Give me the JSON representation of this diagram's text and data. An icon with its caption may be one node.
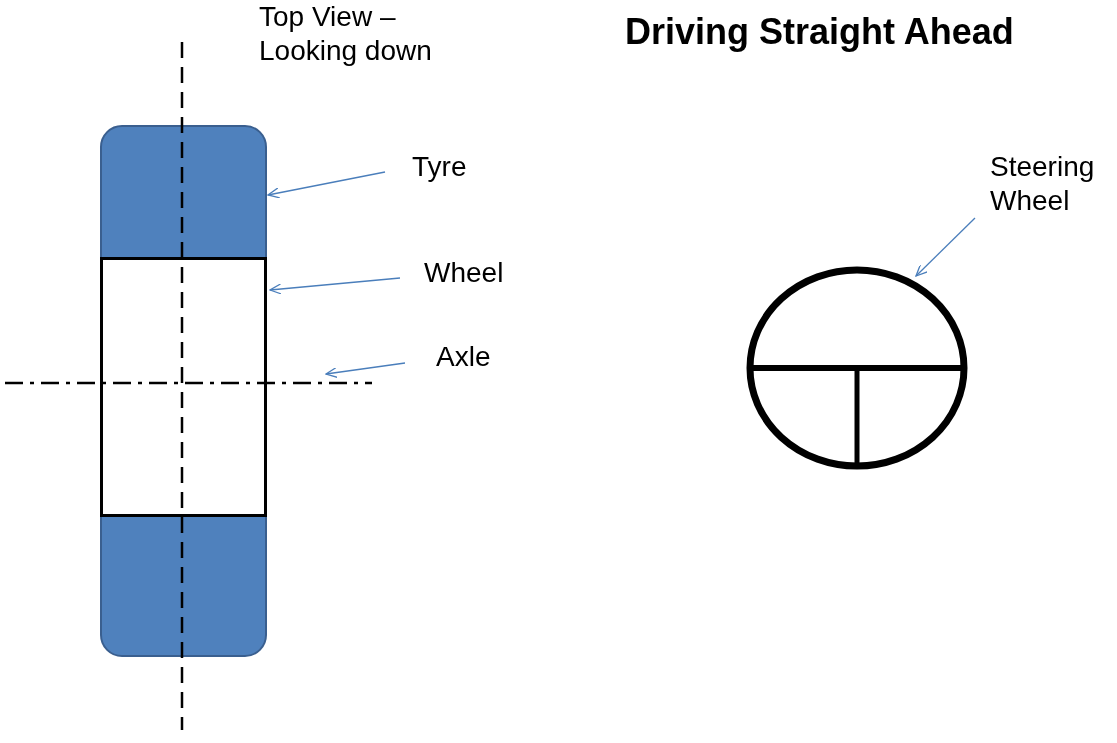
{
  "diagram": {
    "title": "Driving Straight Ahead",
    "nodes": [
      {
        "text": [
          "Tyre"
        ]
      },
      {
        "text": [],
        "shape": "box"
      },
      {
        "text": [
          "Wheel"
        ]
      },
      {
        "text": [],
        "shape": "box",
        "in": 1
      },
      {
        "text": [
          "Axle"
        ]
      },
      {
        "text": [],
        "shape": "line"
      },
      {
        "text": [
          "Steering Wheel"
        ]
      },
      {
        "text": [],
        "shape": "circle"
      }
    ],
    "edges": [
      {
        "from": 0,
        "to": 1,
        "arrow": "to"
      },
      {
        "from": 2,
        "to": 3,
        "arrow": "to"
      },
      {
        "from": 4,
        "to": 5,
        "arrow": "to"
      },
      {
        "from": 6,
        "to": 7,
        "arrow": "to"
      }
    ],
    "labels": [
      "Top View – Looking down"
    ]
  }
}
